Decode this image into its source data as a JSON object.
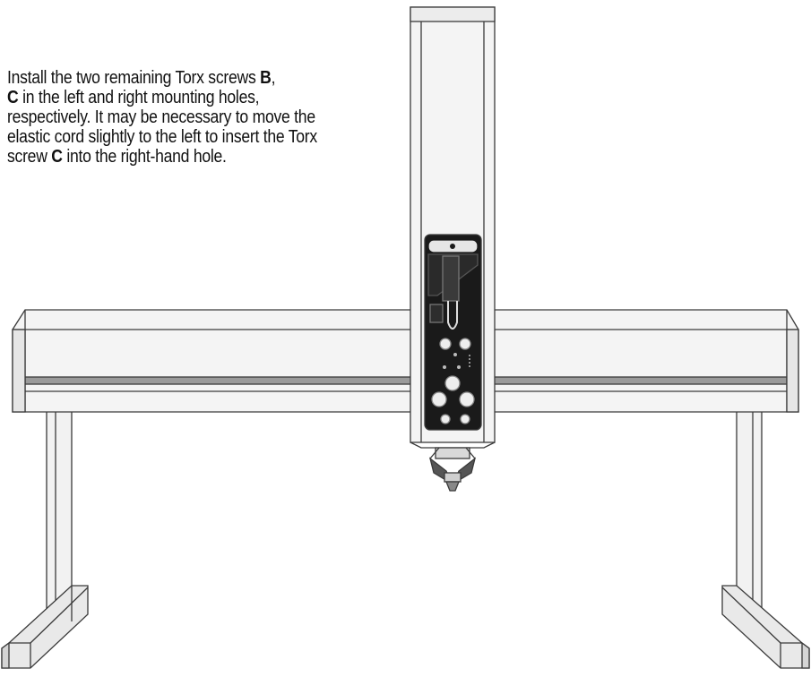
{
  "instruction": {
    "part1": "Install the two remaining Torx screws ",
    "screw_b": "B",
    "part2": ",",
    "screw_c": "C",
    "part3": " in the left and right mounting holes, respectively. It may be necessary to move the elastic cord slightly to the left to insert the Torx screw ",
    "screw_c2": "C",
    "part4": " into the right-hand hole."
  },
  "colors": {
    "outline": "#3a3a3a",
    "rail_fill": "#f2f2f2",
    "rail_stripe": "#9a9a9a",
    "carriage_fill": "#1a1a1a",
    "background": "#ffffff"
  }
}
